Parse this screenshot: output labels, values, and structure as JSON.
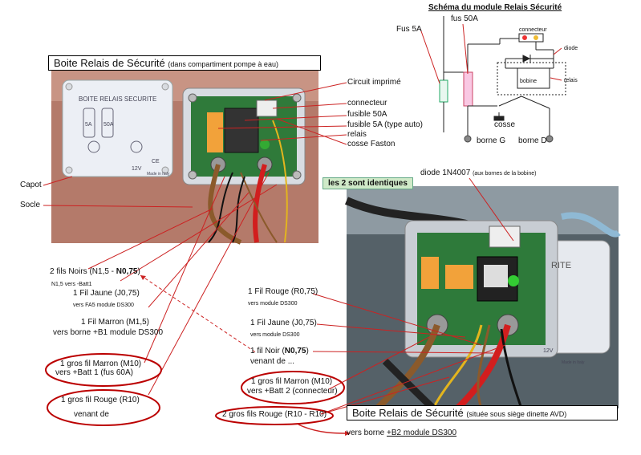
{
  "schema": {
    "title": "Schéma du module Relais Sécurité",
    "fus50": "fus 50A",
    "fus5": "Fus 5A",
    "connecteur": "connecteur",
    "diode": "diode",
    "bobine": "bobine",
    "relais": "relais",
    "cosse": "cosse",
    "borne_g": "borne G",
    "borne_d": "borne D"
  },
  "left_photo": {
    "title": "Boite Relais de Sécurité",
    "subtitle": "(dans compartiment pompe à eau)",
    "lid_text": "BOITE RELAIS SECURITE",
    "lid_f1": "5A",
    "lid_f2": "50A",
    "lid_v": "12V",
    "lid_ce": "CE",
    "lid_made": "Made in Italy",
    "labels": [
      "Circuit imprimé",
      "connecteur",
      "fusible 50A",
      "fusible 5A (type auto)",
      "relais",
      "cosse Faston"
    ],
    "capot": "Capot",
    "socle": "Socle"
  },
  "identiques": "les 2 sont identiques",
  "right_photo": {
    "title": "Boite Relais de Sécurité",
    "subtitle": "(située sous siège dinette AVD)",
    "diode": "diode 1N4007",
    "diode_note": "(aux bornes de la bobine)",
    "lid_text": "RITE",
    "lid_v": "12V",
    "lid_made": "Made in Italy"
  },
  "left_notes": {
    "n1a": "2 fils Noirs (N1,5 - ",
    "n1b": "N0,75",
    "n1c": ")",
    "n1d": "N1,5 vers -Batt1",
    "n2a": "1 Fil Jaune (J0,75)",
    "n2b": "vers FA5 module DS300",
    "n3a": "1 Fil Marron (M1,5)",
    "n3b": "vers borne +B1 module DS300",
    "n4a": "1 gros fil Marron (M10)",
    "n4b": "vers +Batt 1 (fus 60A)",
    "n5a": "1 gros fil Rouge (R10)",
    "n5b": "venant de"
  },
  "mid_notes": {
    "m1a": "1 Fil Rouge (R0,75)",
    "m1b": "vers module DS300",
    "m2a": "1 Fil Jaune (J0,75)",
    "m2b": "vers module DS300",
    "m3a": "1 fil Noir (",
    "m3b": "N0,75",
    "m3c": ")",
    "m3d": "venant de ...",
    "m4a": "1 gros fil Marron (M10)",
    "m4b": "vers +Batt 2 (connecteur)",
    "m5": "2 gros fils Rouge (R10 - R10)",
    "m6a": "vers borne ",
    "m6b": "+B2 module DS300"
  }
}
